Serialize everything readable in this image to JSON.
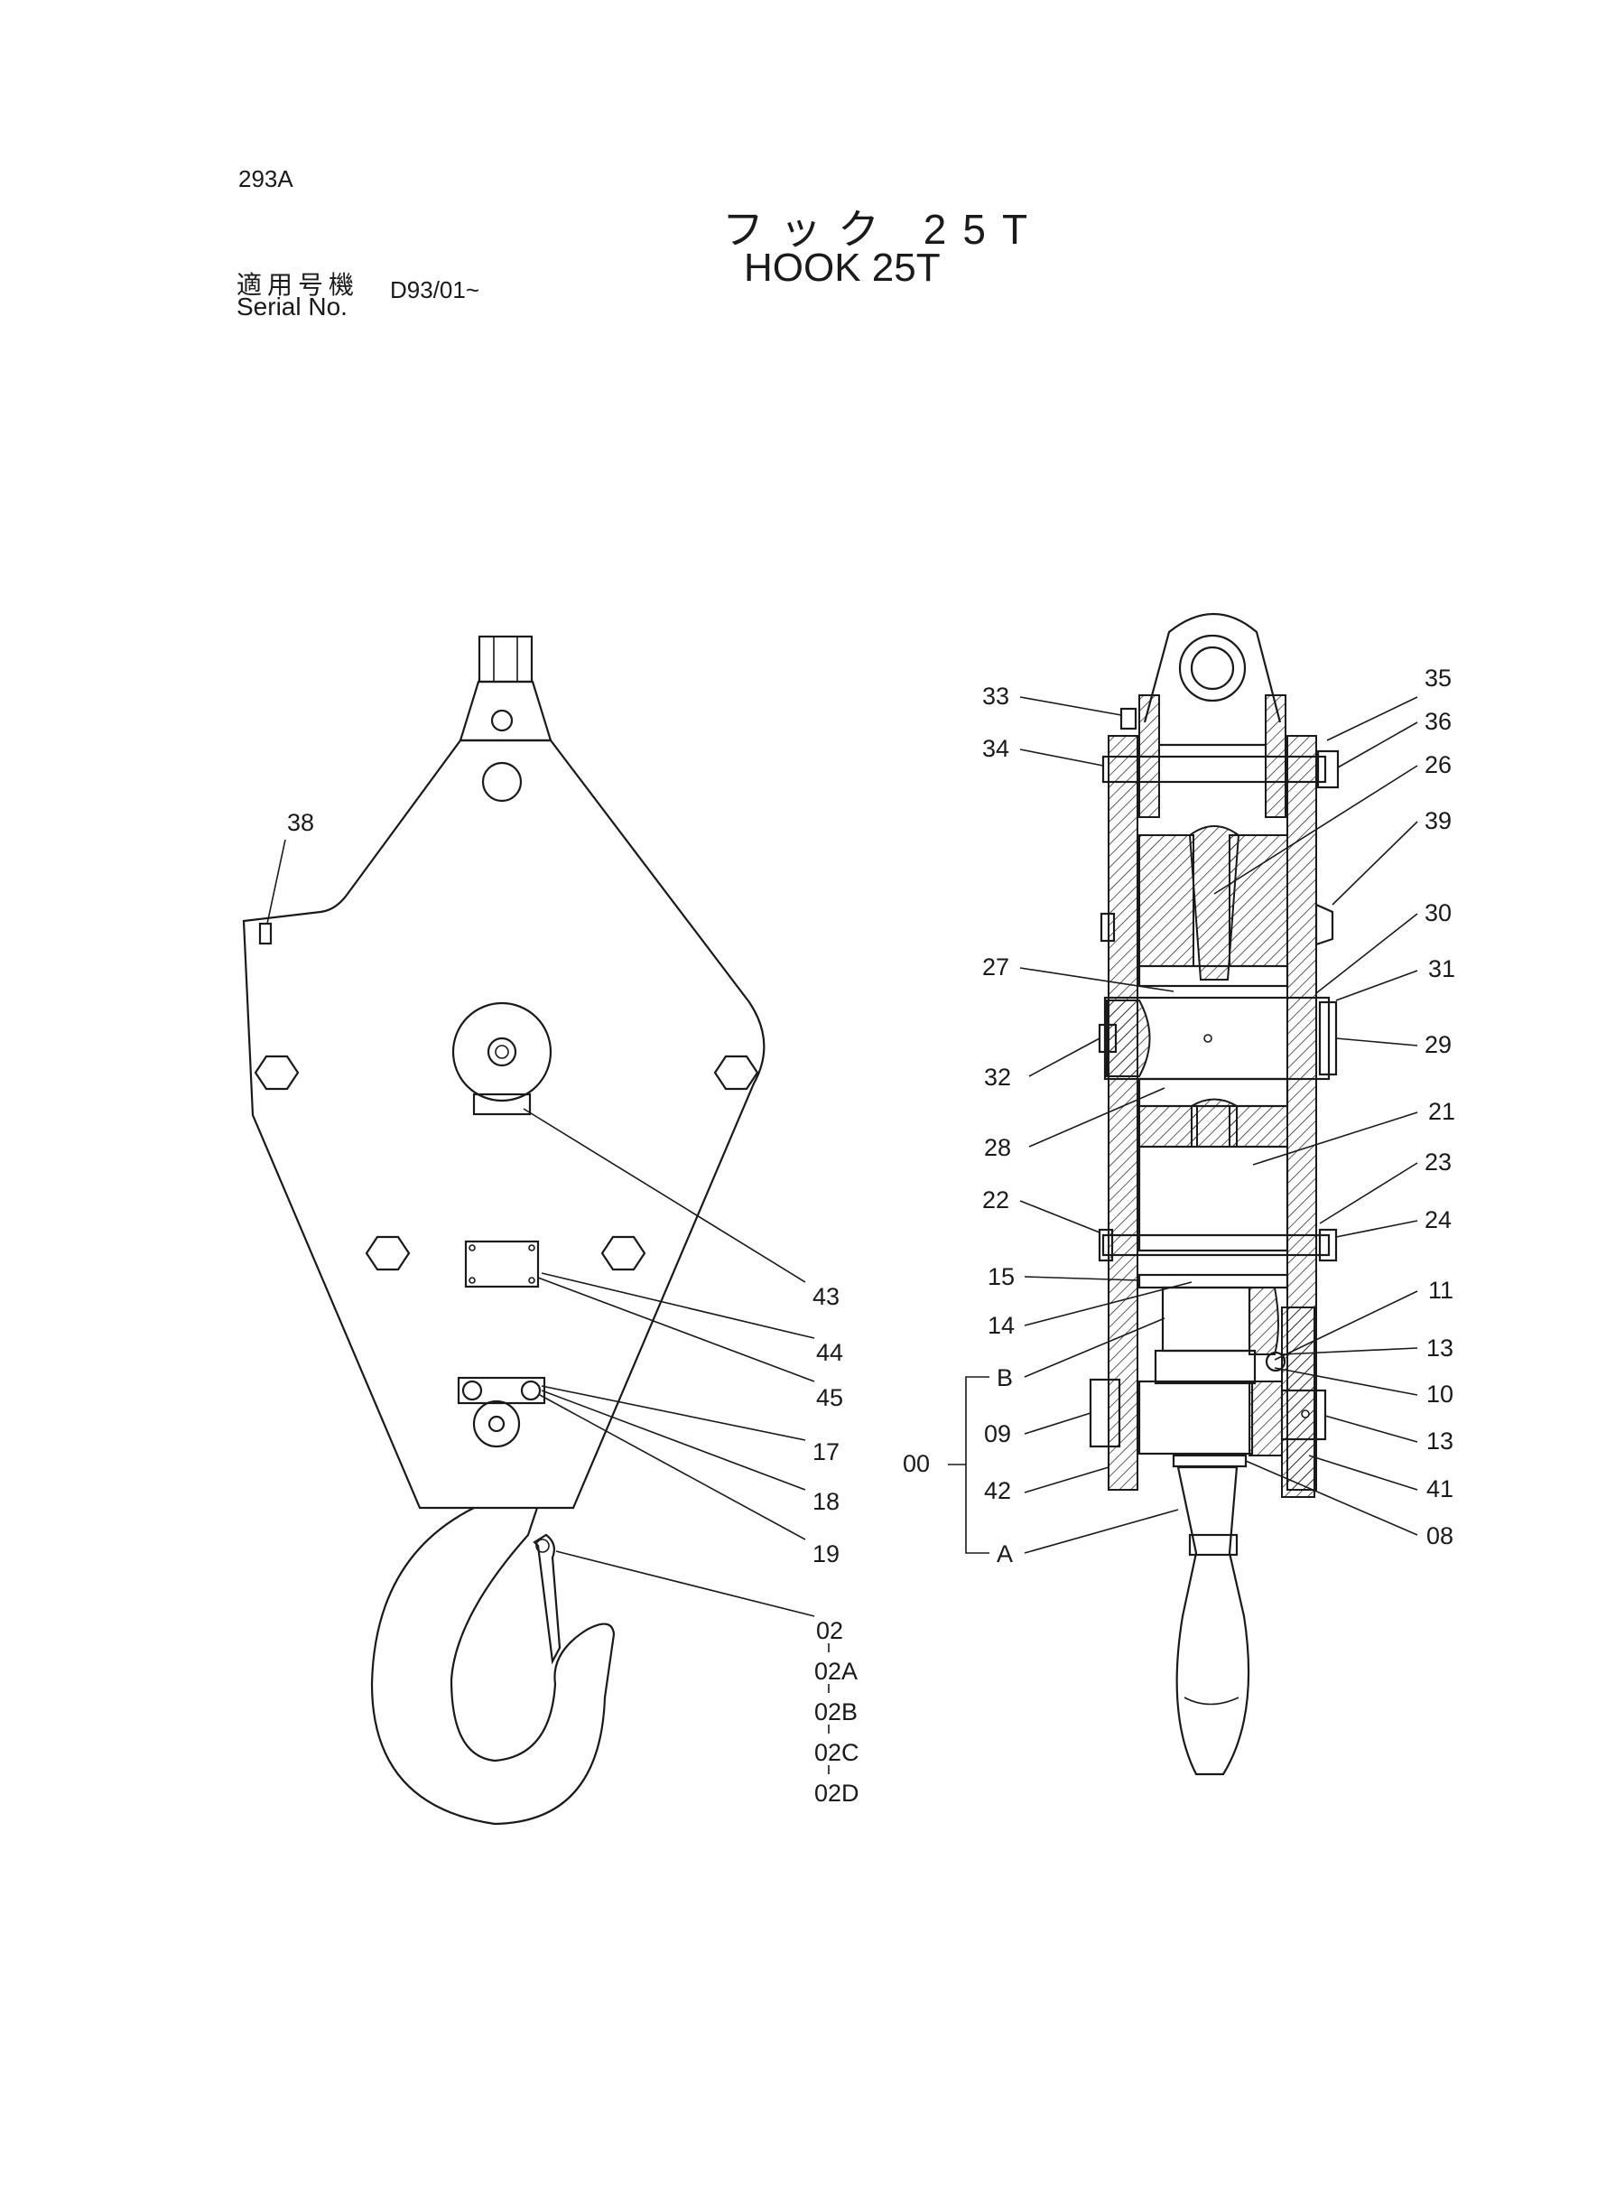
{
  "header": {
    "page_id": "293A",
    "title_jp": "フック 25T",
    "title_en": "HOOK 25T",
    "serial_label_jp": "適用号機",
    "serial_label_en": "Serial No.",
    "serial_value": "D93/01~"
  },
  "left_view": {
    "callouts": [
      "38",
      "43",
      "44",
      "45",
      "17",
      "18",
      "19",
      "02",
      "02A",
      "02B",
      "02C",
      "02D"
    ]
  },
  "right_view": {
    "callouts": [
      "33",
      "34",
      "35",
      "36",
      "26",
      "39",
      "30",
      "27",
      "31",
      "29",
      "32",
      "21",
      "28",
      "23",
      "22",
      "24",
      "15",
      "11",
      "14",
      "13",
      "B",
      "10",
      "09",
      "13",
      "00",
      "42",
      "41",
      "A",
      "08"
    ]
  }
}
